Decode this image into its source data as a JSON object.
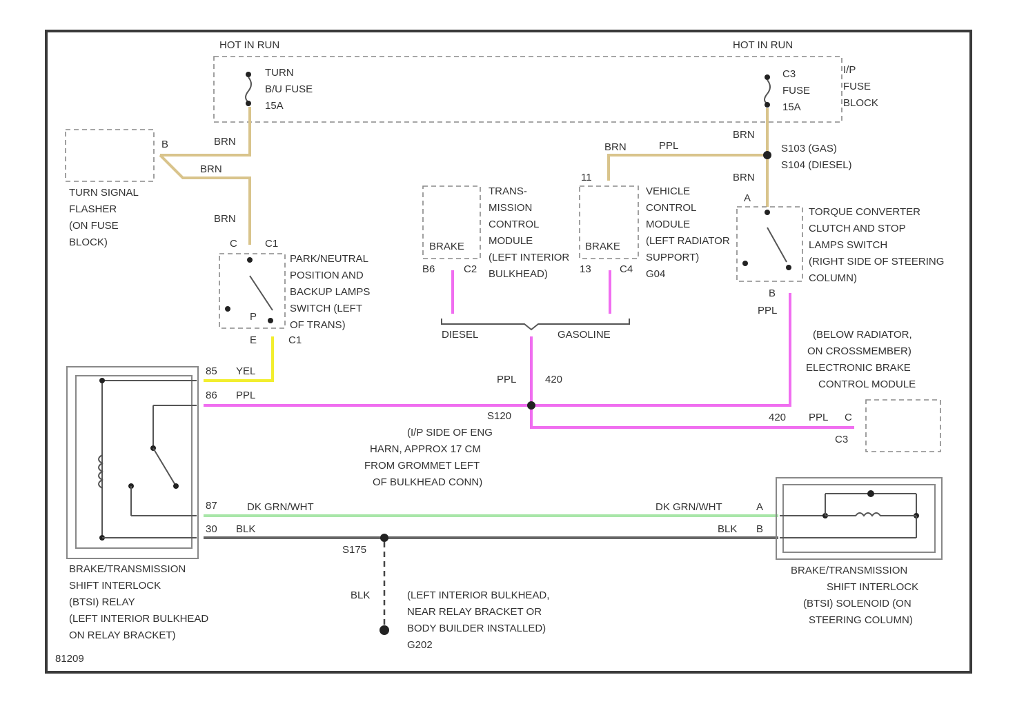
{
  "fuse_block": {
    "hot_left": "HOT IN RUN",
    "hot_right": "HOT IN RUN",
    "fuse1": [
      "TURN",
      "B/U FUSE",
      "15A"
    ],
    "fuse2": [
      "C3",
      "FUSE",
      "15A"
    ],
    "block_label": [
      "I/P",
      "FUSE",
      "BLOCK"
    ]
  },
  "wires": {
    "brn1": "BRN",
    "brn2": "BRN",
    "brn3": "BRN",
    "brn4": "BRN",
    "brn5": "BRN",
    "brn6": "BRN",
    "ppl1": "PPL",
    "ppl2": "PPL",
    "ppl3": "PPL",
    "ppl4": "PPL",
    "ppl_code": "420",
    "ppl_code2": "420",
    "yel": "YEL",
    "dkgrn_left": "DK GRN/WHT",
    "dkgrn_right": "DK GRN/WHT",
    "blk_left": "BLK",
    "blk_right": "BLK",
    "blk_gnd": "BLK",
    "s120": "S120",
    "s175": "S175"
  },
  "components": {
    "flasher": [
      "TURN SIGNAL",
      "FLASHER",
      "(ON FUSE",
      "BLOCK)"
    ],
    "park_neutral": [
      "PARK/NEUTRAL",
      "POSITION AND",
      "BACKUP LAMPS",
      "SWITCH (LEFT",
      "OF TRANS)"
    ],
    "tcm": [
      "TRANS-",
      "MISSION",
      "CONTROL",
      "MODULE",
      "(LEFT INTERIOR",
      "BULKHEAD)"
    ],
    "vcm": [
      "VEHICLE",
      "CONTROL",
      "MODULE",
      "(LEFT RADIATOR",
      "SUPPORT)",
      "G04"
    ],
    "splice": [
      "S103 (GAS)",
      "S104 (DIESEL)"
    ],
    "tcc_switch": [
      "TORQUE CONVERTER",
      "CLUTCH AND STOP",
      "LAMPS SWITCH",
      "(RIGHT SIDE OF STEERING",
      "COLUMN)"
    ],
    "ebcm_note": [
      "(BELOW RADIATOR,",
      "ON CROSSMEMBER)",
      "ELECTRONIC BRAKE",
      "CONTROL MODULE"
    ],
    "splice_note": [
      "(I/P SIDE OF ENG",
      "HARN, APPROX 17 CM",
      "FROM GROMMET LEFT",
      "OF BULKHEAD CONN)"
    ],
    "relay": [
      "BRAKE/TRANSMISSION",
      "SHIFT INTERLOCK",
      "(BTSI) RELAY",
      "(LEFT INTERIOR BULKHEAD",
      "ON RELAY BRACKET)"
    ],
    "solenoid": [
      "BRAKE/TRANSMISSION",
      "SHIFT INTERLOCK",
      "(BTSI) SOLENOID (ON",
      "STEERING COLUMN)"
    ],
    "ground": [
      "(LEFT INTERIOR BULKHEAD,",
      "NEAR RELAY BRACKET OR",
      "BODY BUILDER INSTALLED)",
      "G202"
    ]
  },
  "labels": {
    "diesel": "DIESEL",
    "gasoline": "GASOLINE",
    "brake1": "BRAKE",
    "brake2": "BRAKE",
    "pin_b6": "B6",
    "pin_c2": "C2",
    "pin_13": "13",
    "pin_c4": "C4",
    "pin_c": "C",
    "pin_c1a": "C1",
    "pin_c1b": "C1",
    "pin_b": "B",
    "pin_a": "A",
    "pin_b2": "B",
    "pin_c3": "C3",
    "pin_c_ebcm": "C",
    "pin_11": "11",
    "pin_a_sol": "A",
    "pin_b_sol": "B",
    "pin_85": "85",
    "pin_86": "86",
    "pin_87": "87",
    "pin_30": "30",
    "pin_e": "E",
    "pin_p": "P",
    "grn_dots": ". . .",
    "fig_id": "81209"
  }
}
